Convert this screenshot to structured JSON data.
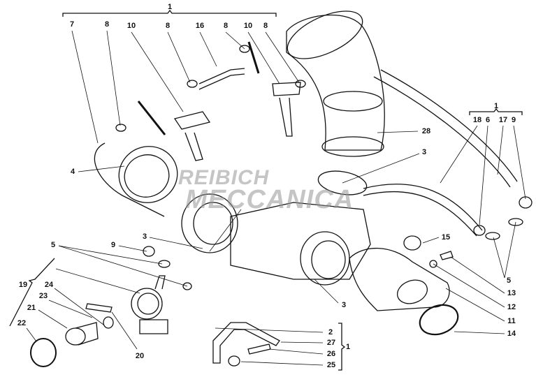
{
  "watermark": {
    "line1": "REIBICH",
    "line2": "MECCANICA",
    "color": "#e07070"
  },
  "labels": {
    "group_top": "1",
    "l7": "7",
    "l8a": "8",
    "l10a": "10",
    "l8b": "8",
    "l16": "16",
    "l8c": "8",
    "l10b": "10",
    "l8d": "8",
    "l4": "4",
    "l28": "28",
    "l3a": "3",
    "group_right": "1",
    "l18": "18",
    "l6": "6",
    "l17": "17",
    "l9a": "9",
    "l3b": "3",
    "l5a": "5",
    "l9b": "9",
    "l15": "15",
    "l5b": "5",
    "l13": "13",
    "l12": "12",
    "l11": "11",
    "l14": "14",
    "group_left": "19",
    "l24": "24",
    "l23": "23",
    "l21": "21",
    "l22": "22",
    "l20": "20",
    "l3c": "3",
    "l2": "2",
    "l27": "27",
    "l26": "26",
    "l25": "25",
    "group_bottom": "1"
  }
}
